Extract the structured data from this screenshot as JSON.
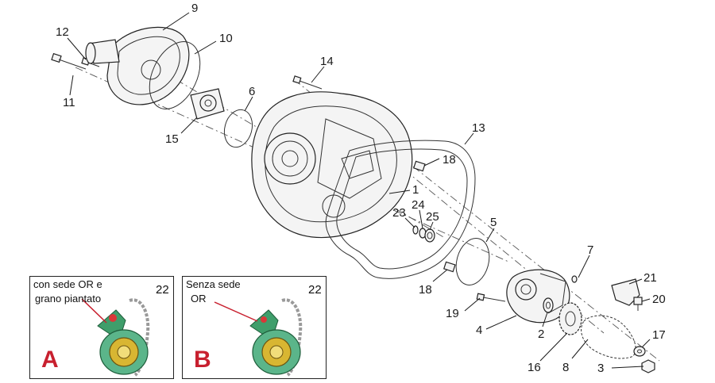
{
  "callouts": [
    {
      "id": "c9",
      "text": "9"
    },
    {
      "id": "c12",
      "text": "12"
    },
    {
      "id": "c10",
      "text": "10"
    },
    {
      "id": "c14",
      "text": "14"
    },
    {
      "id": "c11",
      "text": "11"
    },
    {
      "id": "c6",
      "text": "6"
    },
    {
      "id": "c15",
      "text": "15"
    },
    {
      "id": "c13",
      "text": "13"
    },
    {
      "id": "c18a",
      "text": "18"
    },
    {
      "id": "c1",
      "text": "1"
    },
    {
      "id": "c24",
      "text": "24"
    },
    {
      "id": "c23",
      "text": "23"
    },
    {
      "id": "c25",
      "text": "25"
    },
    {
      "id": "c5",
      "text": "5"
    },
    {
      "id": "c7",
      "text": "7"
    },
    {
      "id": "c18b",
      "text": "18"
    },
    {
      "id": "c21",
      "text": "21"
    },
    {
      "id": "c19",
      "text": "19"
    },
    {
      "id": "c20",
      "text": "20"
    },
    {
      "id": "c4",
      "text": "4"
    },
    {
      "id": "c2",
      "text": "2"
    },
    {
      "id": "c17",
      "text": "17"
    },
    {
      "id": "c16",
      "text": "16"
    },
    {
      "id": "c8",
      "text": "8"
    },
    {
      "id": "c3",
      "text": "3"
    }
  ],
  "inset_a": {
    "note_line1": "con sede OR e",
    "note_line2": "grano piantato",
    "number": "22",
    "letter": "A"
  },
  "inset_b": {
    "note_line1": "Senza sede",
    "note_line2": "OR",
    "number": "22",
    "letter": "B"
  }
}
